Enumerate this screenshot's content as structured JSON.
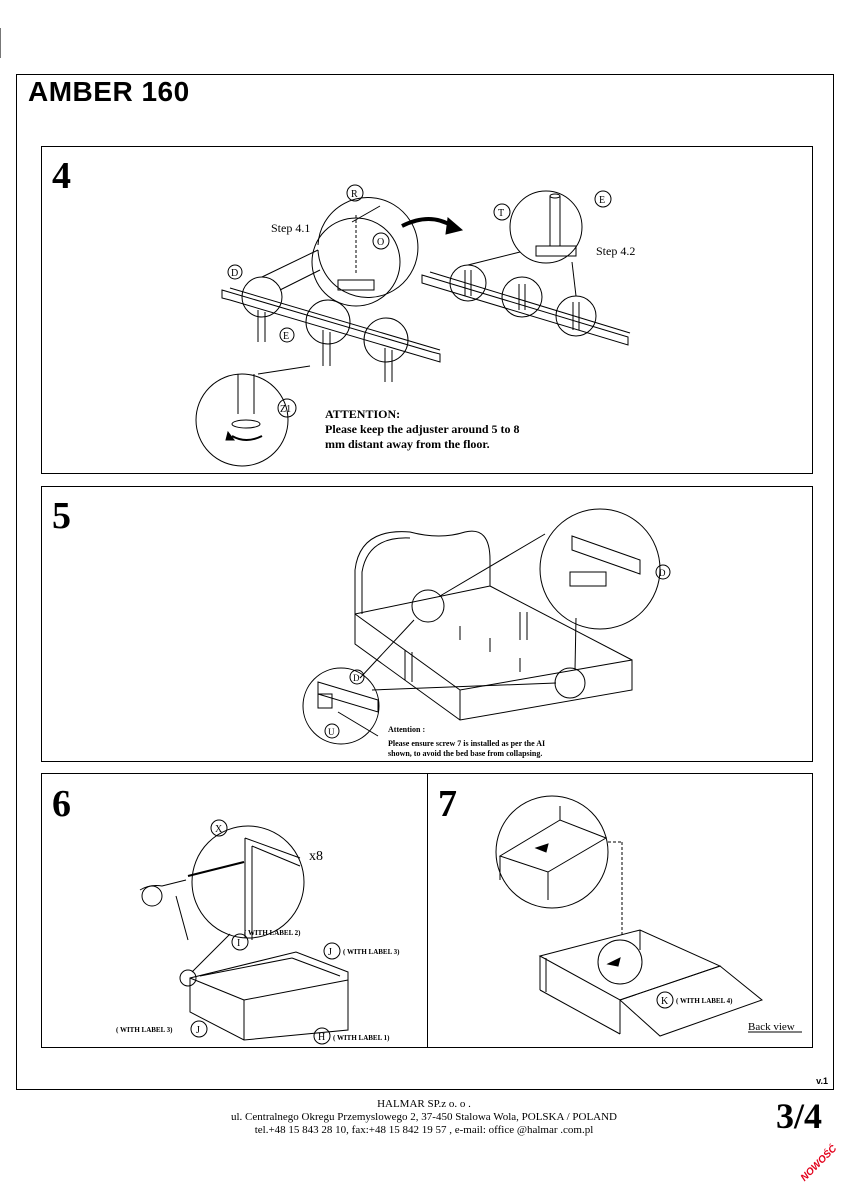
{
  "page": {
    "title": "AMBER  160",
    "version": "v.1",
    "page_number": "3/4",
    "stamp": "NOWOŚĆ"
  },
  "step4": {
    "number": "4",
    "step41_label": "Step 4.1",
    "step42_label": "Step 4.2",
    "parts": {
      "R": "R",
      "O": "O",
      "D": "D",
      "E": "E",
      "T": "T",
      "Z1": "Z1"
    },
    "attention_title": "ATTENTION",
    "attention_line1": "Please keep the adjuster around 5 to 8",
    "attention_line2": "mm distant away from the floor."
  },
  "step5": {
    "number": "5",
    "parts": {
      "D": "D",
      "U": "U"
    },
    "attention_title": "Attention :",
    "attention_line1": "Please ensure screw 7 is installed as per the AI",
    "attention_line2": "shown, to avoid the bed base from collapsing."
  },
  "step6": {
    "number": "6",
    "multiplier": "x8",
    "parts": {
      "X": "X",
      "I": "I",
      "J": "J",
      "H": "H"
    },
    "label_with2": "( WITH LABEL 2)",
    "label_with3_right": "( WITH LABEL 3)",
    "label_with3_left": "( WITH LABEL 3)",
    "label_with1": "( WITH LABEL 1)"
  },
  "step7": {
    "number": "7",
    "parts": {
      "K": "K"
    },
    "label_with4": "( WITH LABEL 4)",
    "back_view": "Back view"
  },
  "footer": {
    "company": "HALMAR SP.z o. o .",
    "address": "ul. Centralnego Okregu Przemyslowego 2, 37-450 Stalowa Wola, POLSKA / POLAND",
    "contact": "tel.+48 15 843 28 10, fax:+48 15 842 19 57 , e-mail: office @halmar .com.pl"
  }
}
